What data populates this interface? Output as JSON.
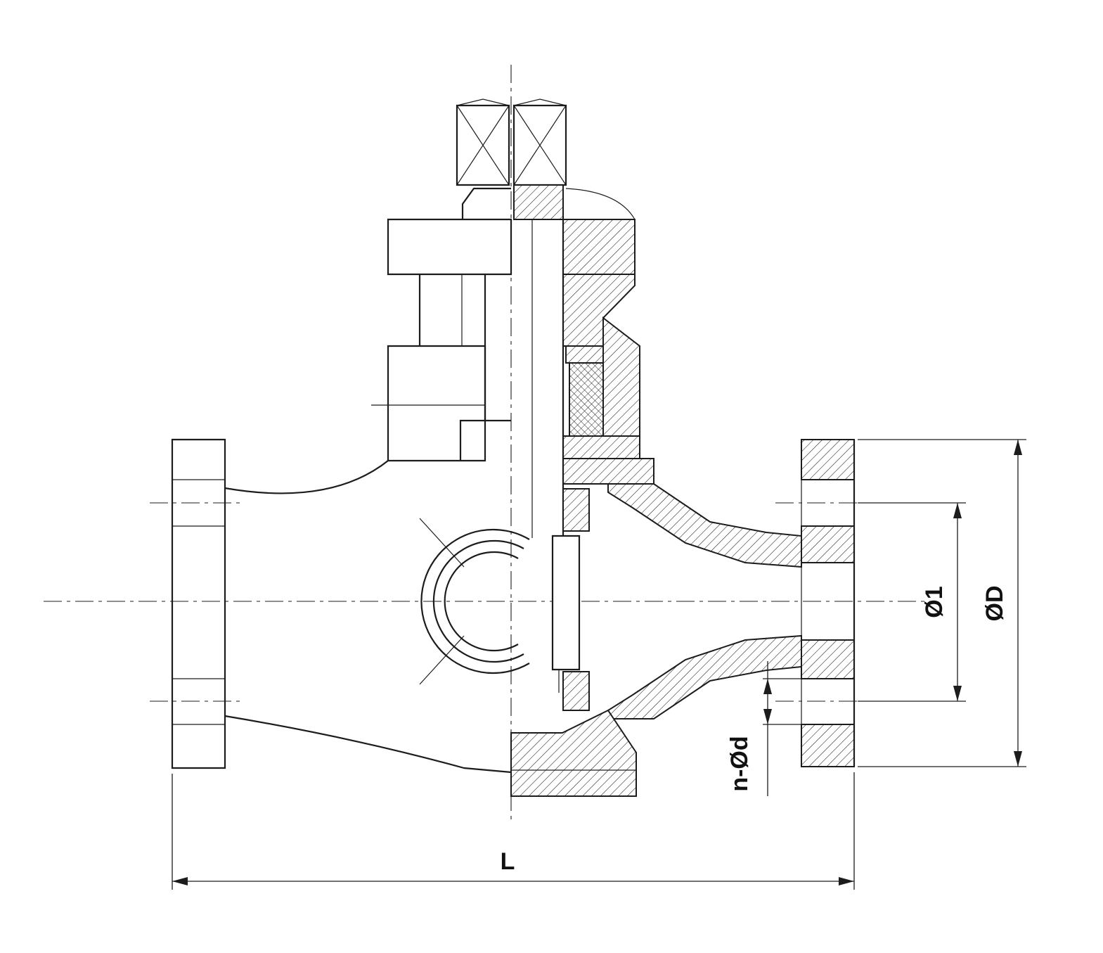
{
  "drawing": {
    "kind": "technical sectional drawing",
    "subject": "flanged valve, half outline / half section view",
    "labels": {
      "bolt_circle_dia": "Ø1",
      "flange_outer_dia": "ØD",
      "bolt_holes": "n-Ød",
      "face_to_face_length": "L"
    },
    "style": {
      "line_color": "#1c1c1c",
      "background_color": "#ffffff"
    }
  }
}
